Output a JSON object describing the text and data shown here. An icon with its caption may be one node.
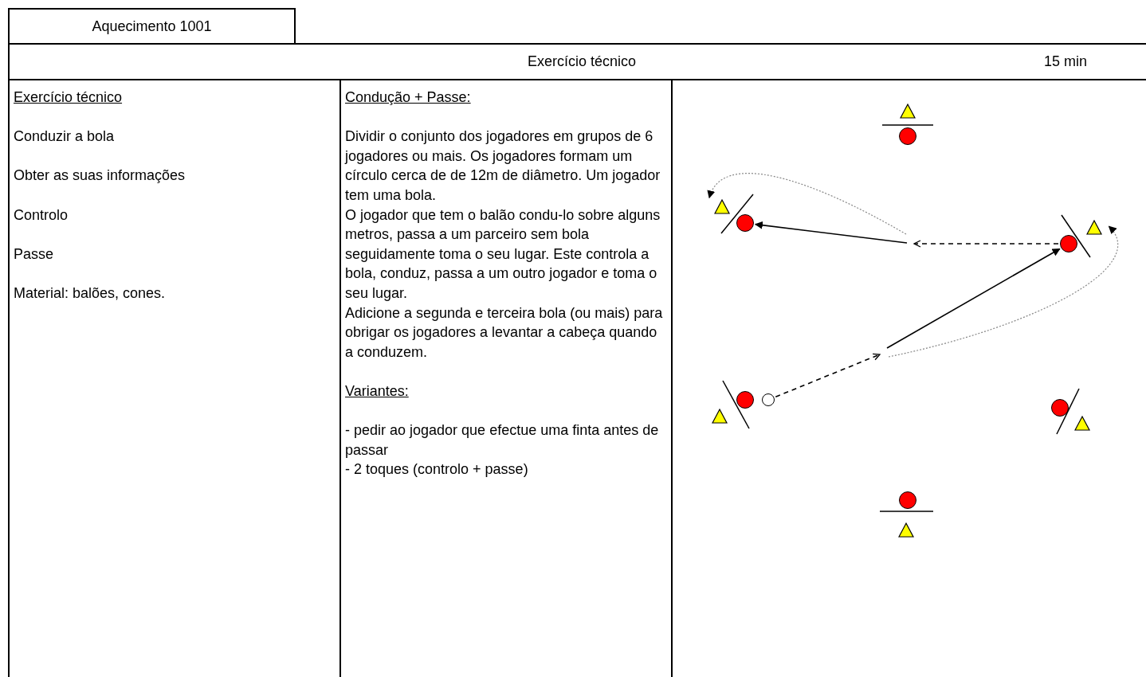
{
  "diagram": {
    "nodes": [
      {
        "text": [
          "Aquecimento 1001"
        ]
      },
      {
        "text": [
          "Exercício técnico",
          "15 min"
        ]
      },
      {
        "text": [
          "Exercício técnico",
          "Conduzir a bola",
          "Obter as suas informações",
          "Controlo",
          "Passe",
          "Material: balões, cones."
        ]
      },
      {
        "text": [
          "Condução + Passe:",
          "Dividir o conjunto dos jogadores em grupos de 6 jogadores ou mais. Os jogadores formam um círculo cerca de de 12m de diâmetro. Um jogador tem uma bola.",
          "O jogador que tem o balão condu-lo sobre alguns metros, passa a um parceiro sem bola seguidamente toma o seu lugar. Este controla a bola, conduz, passa a um outro jogador e toma o seu lugar.",
          "Adicione a segunda e terceira bola (ou mais) para obrigar os jogadores a levantar a cabeça quando a conduzem.",
          "Variantes:",
          "- pedir ao jogador que efectue uma finta antes de passar",
          "- 2 toques (controlo + passe)"
        ]
      },
      {
        "text": [],
        "shape": "box"
      },
      {
        "text": [],
        "shape": "circle",
        "in": 4
      },
      {
        "text": [],
        "shape": "circle",
        "in": 4
      },
      {
        "text": [],
        "shape": "circle",
        "in": 4
      },
      {
        "text": [],
        "shape": "circle",
        "in": 4
      },
      {
        "text": [],
        "shape": "circle",
        "in": 4
      },
      {
        "text": [],
        "shape": "circle",
        "in": 4
      },
      {
        "text": [],
        "shape": "circle",
        "in": 4
      }
    ],
    "edges": [
      {
        "from": 11,
        "to": null,
        "arrow": "to",
        "style": "dashed"
      },
      {
        "from": null,
        "to": 7,
        "arrow": "to"
      },
      {
        "from": null,
        "to": 7,
        "arrow": "to",
        "style": "dashed",
        "color": "#888888"
      },
      {
        "from": 7,
        "to": null,
        "arrow": "to",
        "style": "dashed"
      },
      {
        "from": null,
        "to": 6,
        "arrow": "to"
      },
      {
        "from": null,
        "to": 6,
        "arrow": "to",
        "style": "dashed",
        "color": "#888888"
      }
    ]
  }
}
